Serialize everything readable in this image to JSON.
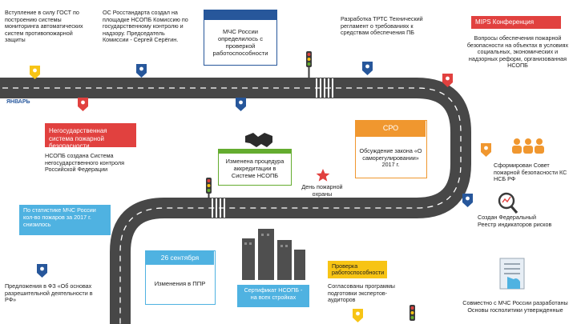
{
  "month_label": "ЯНВАРЬ",
  "colors": {
    "road": "#474747",
    "yellow": "#f7c415",
    "blue": "#27579b",
    "red": "#e1413f",
    "green": "#64ac2f",
    "orange": "#f0972f",
    "lightblue": "#4fb2e1"
  },
  "events": {
    "gost": {
      "text": "Вступление в силу ГОСТ по построению системы мониторинга автоматических систем противопожарной защиты"
    },
    "os_rosstandart": {
      "text": "ОС Росстандарта создал на площадке НСОПБ Комиссию по государственному контролю и надзору. Председатель Комиссии - Сергей Серёгин."
    },
    "mchs_check": {
      "text": "МЧС России определилось с проверкой работоспособности"
    },
    "trts": {
      "text": "Разработка ТРТС Технический регламент о требованиях к средствам обеспечения ПБ"
    },
    "mips": {
      "title": "MIPS Конференция",
      "text": "Вопросы обеспечения пожарной безопасности на объектах в условиях социальных, экономических и надзорных реформ, организованная НСОПБ"
    },
    "negos": {
      "title": "Негосударственная система пожарной безопасности",
      "text": "НСОПБ создана Система негосударственного контроля Российской Федерации"
    },
    "accred": {
      "text": "Изменена процедура аккредитации в Системе НСОПБ"
    },
    "fire_day": {
      "text": "День пожарной охраны"
    },
    "sro": {
      "title": "СРО",
      "text": "Обсуждение закона «О саморегулировании» 2017 г."
    },
    "council": {
      "text": "Сформирован Совет пожарной безопасности КС НСБ РФ"
    },
    "fires_stat": {
      "text": "По статистике МЧС России кол-во пожаров за 2017 г. снизилось"
    },
    "registry": {
      "text": "Создан Федеральный Реестр индикаторов рисков"
    },
    "sept": {
      "title": "26 сентября",
      "text": "Изменения в ППР"
    },
    "fz": {
      "text": "Предложения в ФЗ «Об основах разрешительной деятельности в РФ»"
    },
    "cert": {
      "text": "Сертификат НСОПБ - на всех стройках"
    },
    "experts": {
      "title": "Проверка работоспособности",
      "text": "Согласованы программы подготовки экспертов-аудиторов"
    },
    "gospolitics": {
      "text": "Совместно с МЧС России разработаны Основы госполитики утвержденные"
    }
  }
}
